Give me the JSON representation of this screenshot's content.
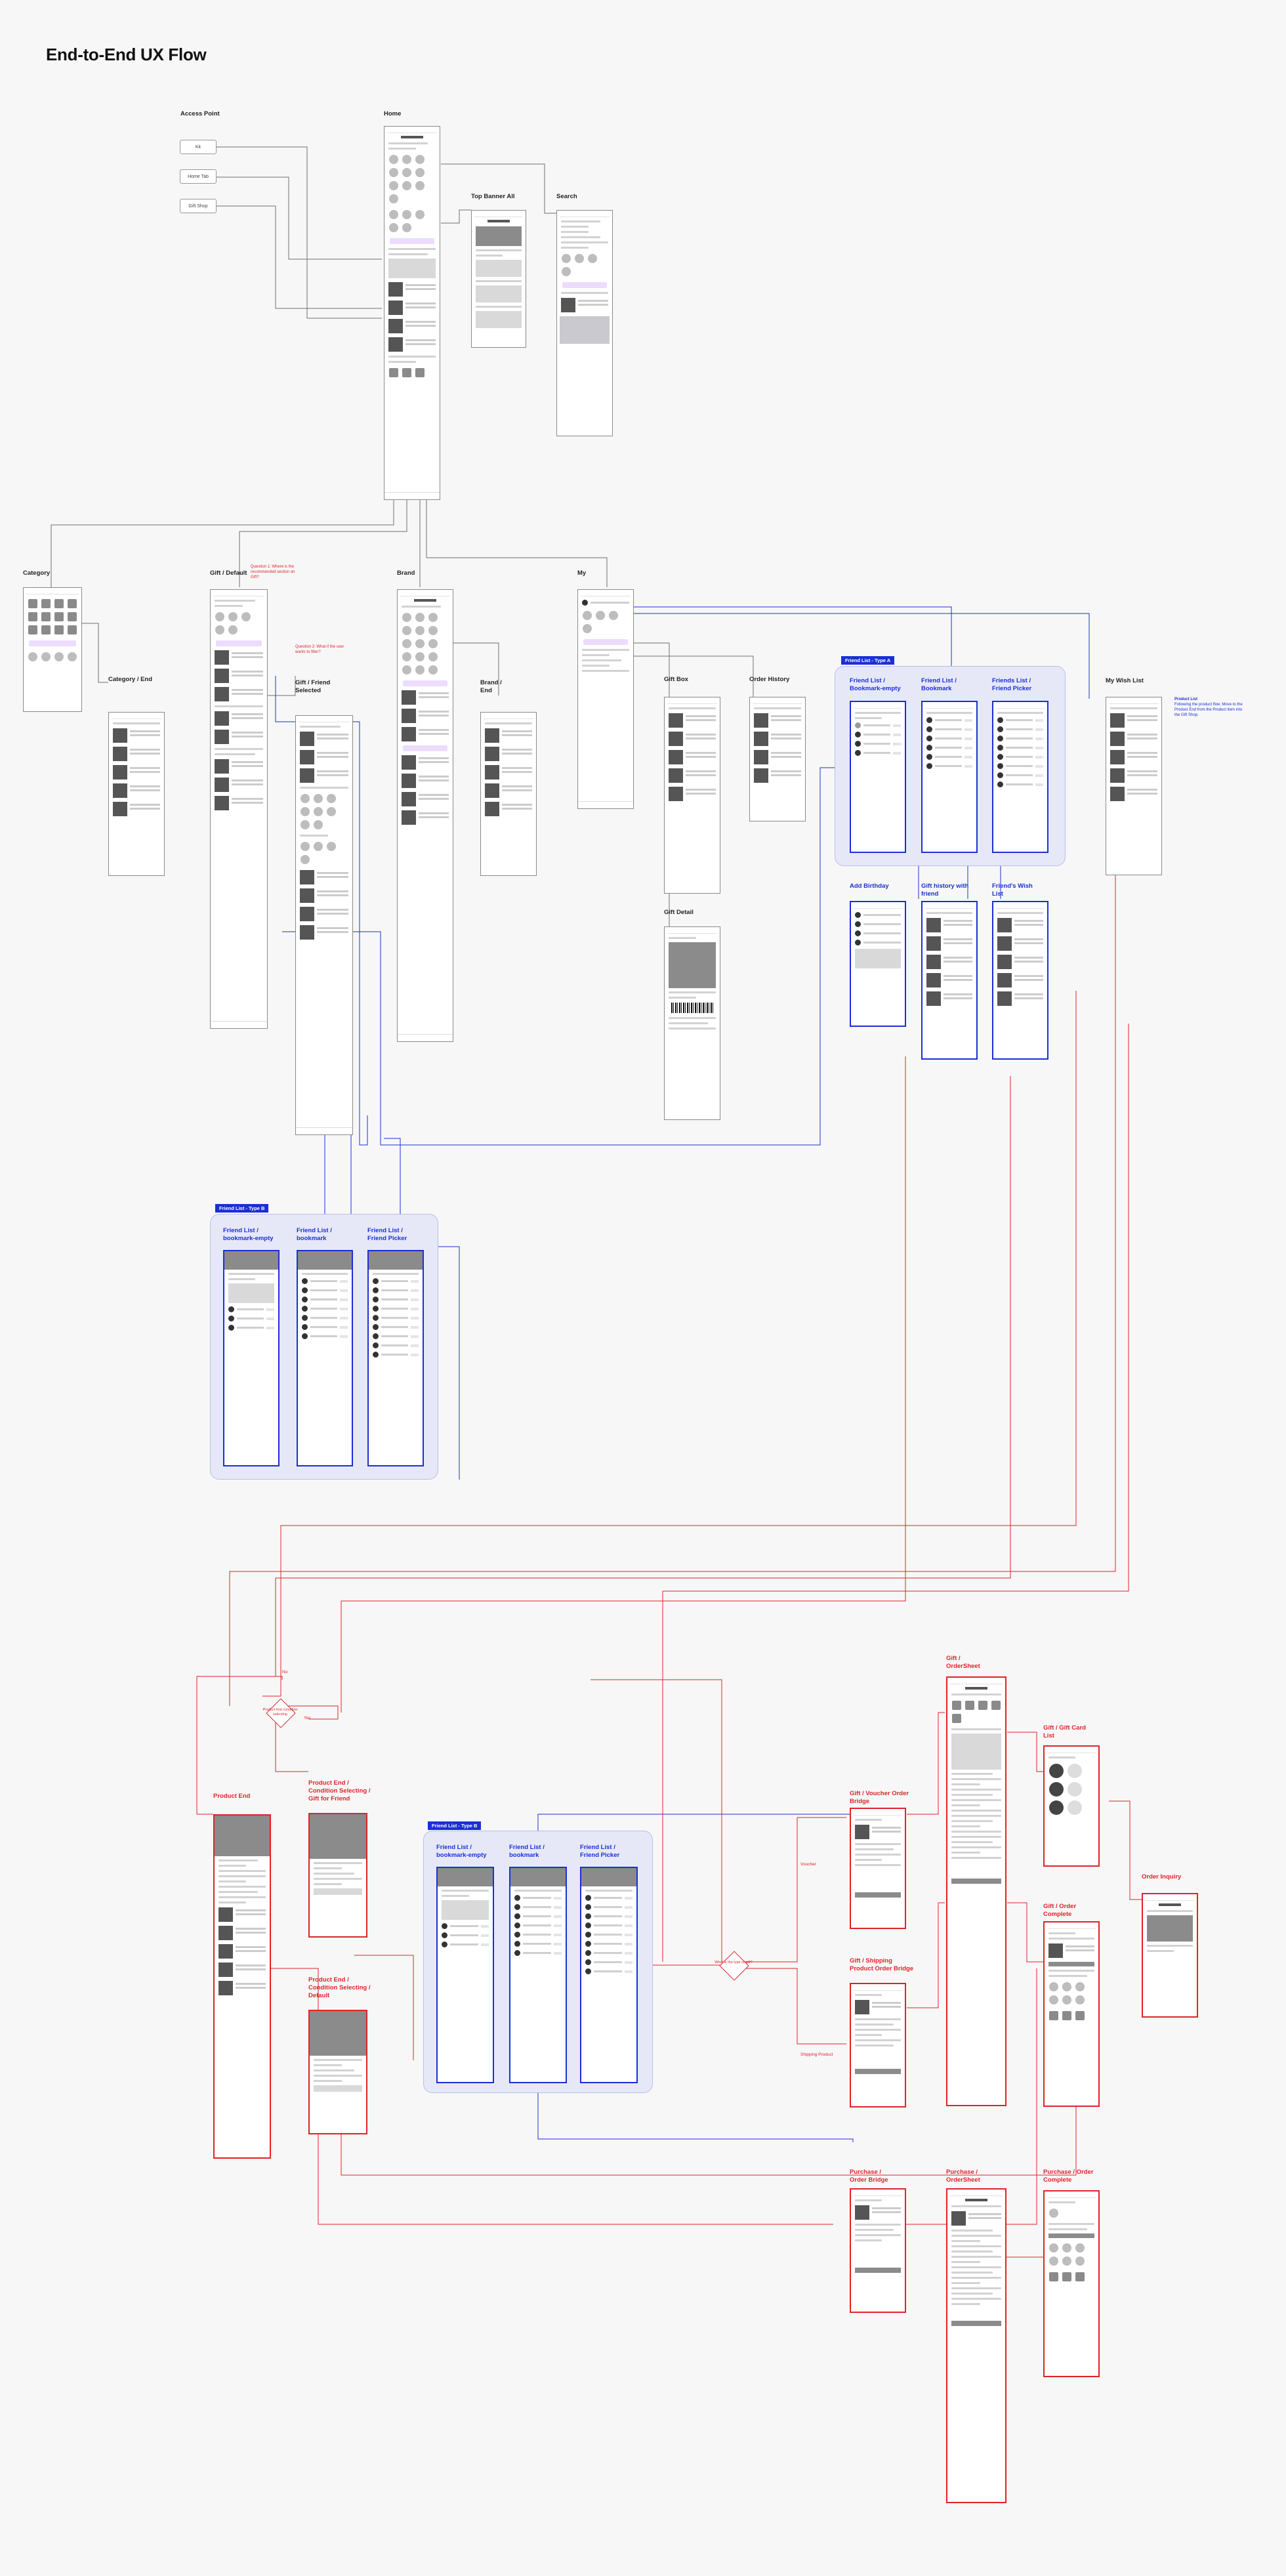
{
  "title": "End-to-End UX Flow",
  "colors": {
    "flow": "#6f6f6f",
    "friend": "#1a2fd6",
    "purchase": "#e0222a"
  },
  "access_point": {
    "heading": "Access Point",
    "items": [
      "Kk",
      "Home Tab",
      "Gift Shop"
    ]
  },
  "screens": {
    "home": "Home",
    "top_banner_all": "Top Banner All",
    "search": "Search",
    "category": "Category",
    "category_end": "Category / End",
    "gift_default": "Gift / Default",
    "gift_friend_selected": "Gift / Friend Selected",
    "brand": "Brand",
    "brand_end": "Brand / End",
    "my": "My",
    "gift_box": "Gift Box",
    "order_history": "Order History",
    "gift_detail": "Gift Detail",
    "my_wish_list": "My Wish List",
    "add_birthday": "Add Birthday",
    "gift_history_with_friend": "Gift history with friend",
    "friends_wish_list": "Friend's Wish List",
    "product_end": "Product End",
    "product_end_gift_for_friend": "Product End / Condition Selecting / Gift for Friend",
    "product_end_default": "Product End / Condition Selecting / Default",
    "voucher_order_bridge": "Gift / Voucher Order Bridge",
    "shipping_order_bridge": "Gift / Shipping Product Order Bridge",
    "gift_order_sheet": "Gift / OrderSheet",
    "gift_card_list": "Gift / Gift Card List",
    "gift_order_complete": "Gift / Order Complete",
    "order_inquiry": "Order Inquiry",
    "purchase_order_bridge": "Purchase / Order Bridge",
    "purchase_order_sheet": "Purchase / OrderSheet",
    "purchase_order_complete": "Purchase / Order Complete"
  },
  "friend_groups": {
    "type_a": {
      "tag": "Friend List - Type A",
      "screens": [
        "Friend List / Bookmark-empty",
        "Friend List / Bookmark",
        "Friends List / Friend Picker"
      ]
    },
    "type_b": {
      "tag": "Friend List - Type B",
      "screens": [
        "Friend List / bookmark-empty",
        "Friend List / bookmark",
        "Friend List / Friend Picker"
      ]
    },
    "type_b2": {
      "tag": "Friend List - Type B",
      "screens": [
        "Friend List / bookmark-empty",
        "Friend List / bookmark",
        "Friend List / Friend Picker"
      ]
    }
  },
  "notes": {
    "gift_default_1": "Question 1:",
    "gift_default_2": "Where is the recommended section on Gift?",
    "gift_selected_1": "Question 2:",
    "gift_selected_2": "What if the user wants to filter?",
    "wish_title": "Product List",
    "wish_body": "Following the product flow. Move to the Product End from the Product item into the Gift Shop."
  },
  "decisions": {
    "login": "Product first condition selecting",
    "gift": "What is the type of gift?"
  },
  "connectors": {
    "no": "No",
    "yes": "Yes",
    "voucher": "Voucher",
    "shipping": "Shipping Product"
  },
  "icons": {
    "status": "battery-icon",
    "avatar": "avatar-icon",
    "barcode": "barcode-icon"
  }
}
